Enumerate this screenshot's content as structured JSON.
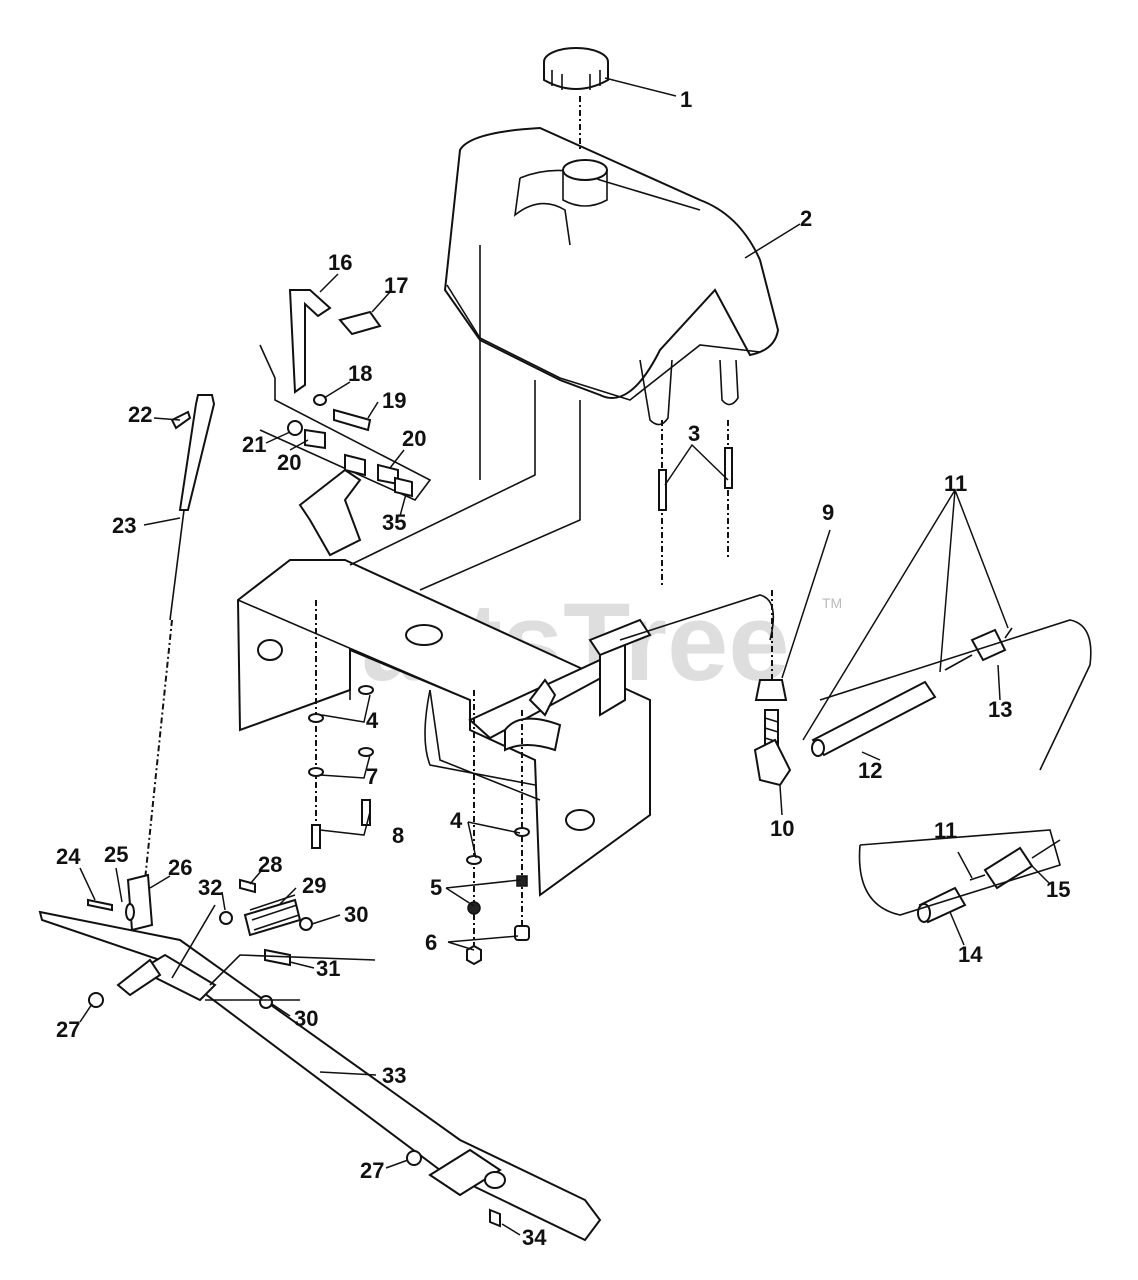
{
  "watermark": {
    "text": "PartsTree",
    "trademark": "TM"
  },
  "callouts": [
    {
      "id": "c1",
      "text": "1"
    },
    {
      "id": "c2",
      "text": "2"
    },
    {
      "id": "c3",
      "text": "3"
    },
    {
      "id": "c4a",
      "text": "4"
    },
    {
      "id": "c4b",
      "text": "4"
    },
    {
      "id": "c5",
      "text": "5"
    },
    {
      "id": "c6",
      "text": "6"
    },
    {
      "id": "c7",
      "text": "7"
    },
    {
      "id": "c8",
      "text": "8"
    },
    {
      "id": "c9",
      "text": "9"
    },
    {
      "id": "c10",
      "text": "10"
    },
    {
      "id": "c11a",
      "text": "11"
    },
    {
      "id": "c11b",
      "text": "11"
    },
    {
      "id": "c12",
      "text": "12"
    },
    {
      "id": "c13",
      "text": "13"
    },
    {
      "id": "c14",
      "text": "14"
    },
    {
      "id": "c15",
      "text": "15"
    },
    {
      "id": "c16",
      "text": "16"
    },
    {
      "id": "c17",
      "text": "17"
    },
    {
      "id": "c18",
      "text": "18"
    },
    {
      "id": "c19",
      "text": "19"
    },
    {
      "id": "c20a",
      "text": "20"
    },
    {
      "id": "c20b",
      "text": "20"
    },
    {
      "id": "c21",
      "text": "21"
    },
    {
      "id": "c22",
      "text": "22"
    },
    {
      "id": "c23",
      "text": "23"
    },
    {
      "id": "c24",
      "text": "24"
    },
    {
      "id": "c25",
      "text": "25"
    },
    {
      "id": "c26",
      "text": "26"
    },
    {
      "id": "c27a",
      "text": "27"
    },
    {
      "id": "c27b",
      "text": "27"
    },
    {
      "id": "c28",
      "text": "28"
    },
    {
      "id": "c29",
      "text": "29"
    },
    {
      "id": "c30a",
      "text": "30"
    },
    {
      "id": "c30b",
      "text": "30"
    },
    {
      "id": "c31",
      "text": "31"
    },
    {
      "id": "c32",
      "text": "32"
    },
    {
      "id": "c33",
      "text": "33"
    },
    {
      "id": "c34",
      "text": "34"
    },
    {
      "id": "c35",
      "text": "35"
    }
  ]
}
